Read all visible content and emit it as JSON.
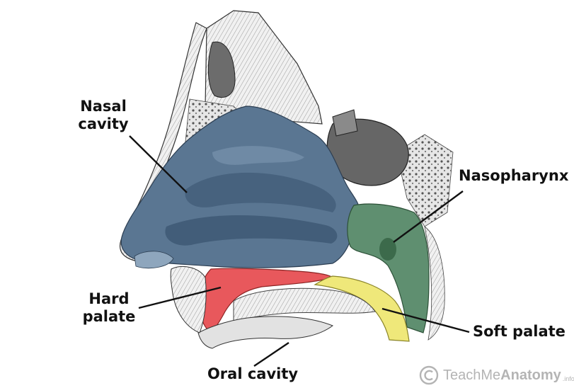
{
  "labels": {
    "nasal_cavity": "Nasal\ncavity",
    "nasopharynx": "Nasopharynx",
    "hard_palate": "Hard\npalate",
    "soft_palate": "Soft palate",
    "oral_cavity": "Oral cavity"
  },
  "watermark": {
    "brand_regular": "TeachMe",
    "brand_bold": "Anatomy",
    "suffix": ".info",
    "icon": "copyright-icon"
  },
  "colors": {
    "nasal_cavity": "#5a7692",
    "nasopharynx": "#5f8f70",
    "hard_palate": "#e8585c",
    "soft_palate": "#efe87a",
    "bone": "#d9d9d9",
    "line": "#111111"
  }
}
